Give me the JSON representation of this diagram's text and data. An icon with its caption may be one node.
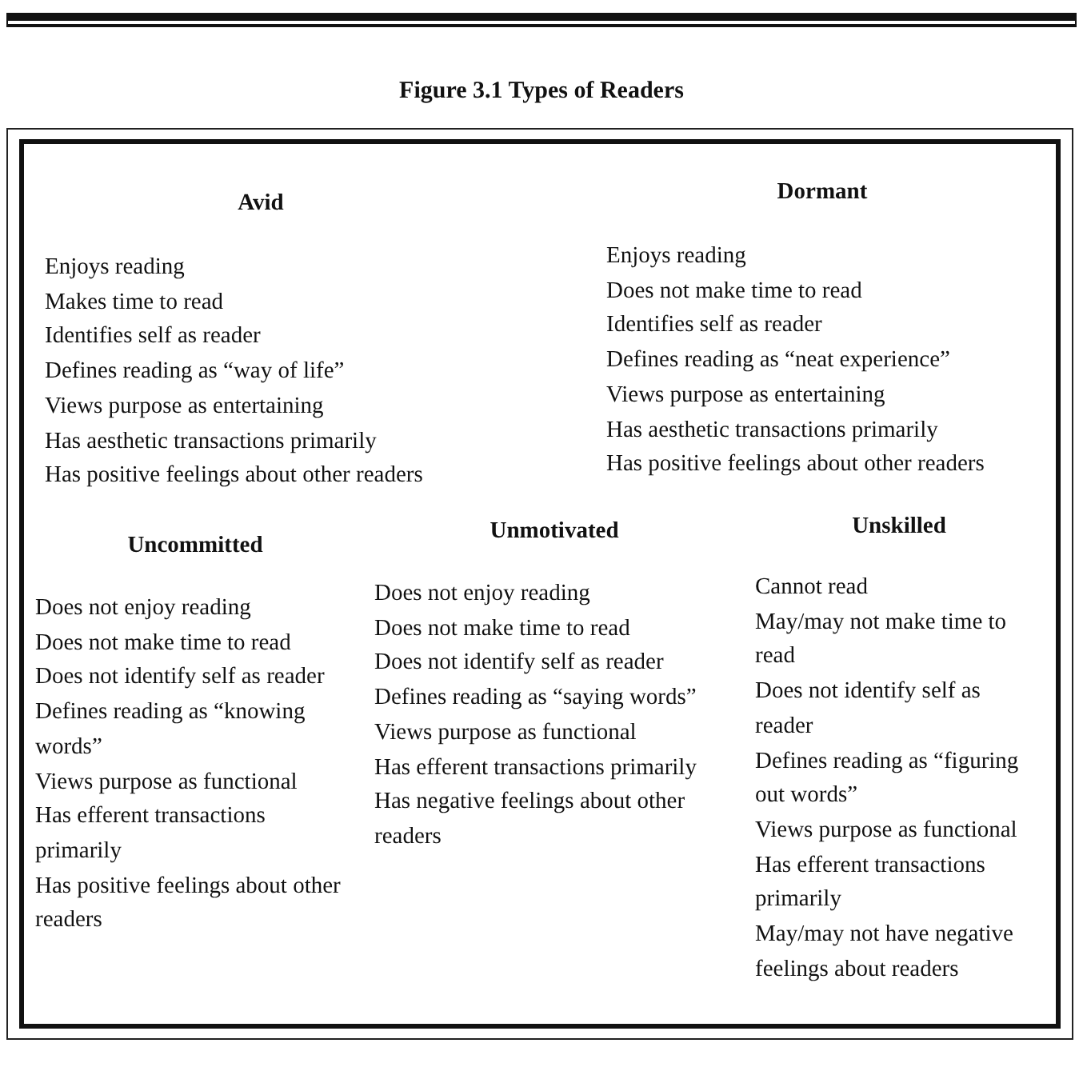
{
  "diagram": {
    "title": "Figure 3.1  Types of Readers",
    "nodes": [
      {
        "text": [],
        "shape": "box"
      },
      {
        "text": [
          "Avid",
          "Enjoys reading",
          "Makes time to read",
          "Identifies self as reader",
          "Defines reading as “way of life”",
          "Views purpose as entertaining",
          "Has aesthetic transactions primarily",
          "Has positive feelings about other readers"
        ],
        "in": 0
      },
      {
        "text": [
          "Dormant",
          "Enjoys reading",
          "Does not make time to read",
          "Identifies self as reader",
          "Defines reading as “neat experience”",
          "Views purpose as entertaining",
          "Has aesthetic transactions primarily",
          "Has positive feelings about other readers"
        ],
        "in": 0
      },
      {
        "text": [
          "Uncommitted",
          "Does not enjoy reading",
          "Does not make time to read",
          "Does not identify self as reader",
          "Defines reading as “knowing words”",
          "Views purpose as functional",
          "Has efferent transactions primarily",
          "Has positive feelings about other readers"
        ],
        "in": 0
      },
      {
        "text": [
          "Unmotivated",
          "Does not enjoy reading",
          "Does not make time to read",
          "Does not identify self as reader",
          "Defines reading as “saying words”",
          "Views purpose as functional",
          "Has efferent transactions primarily",
          "Has negative feelings about other readers"
        ],
        "in": 0
      },
      {
        "text": [
          "Unskilled",
          "Cannot read",
          "May/may not make time to read",
          "Does not identify self as reader",
          "Defines reading as “figuring out words”",
          "Views purpose as functional",
          "Has efferent transactions primarily",
          "May/may not have negative feelings about readers"
        ],
        "in": 0
      }
    ],
    "edges": []
  }
}
